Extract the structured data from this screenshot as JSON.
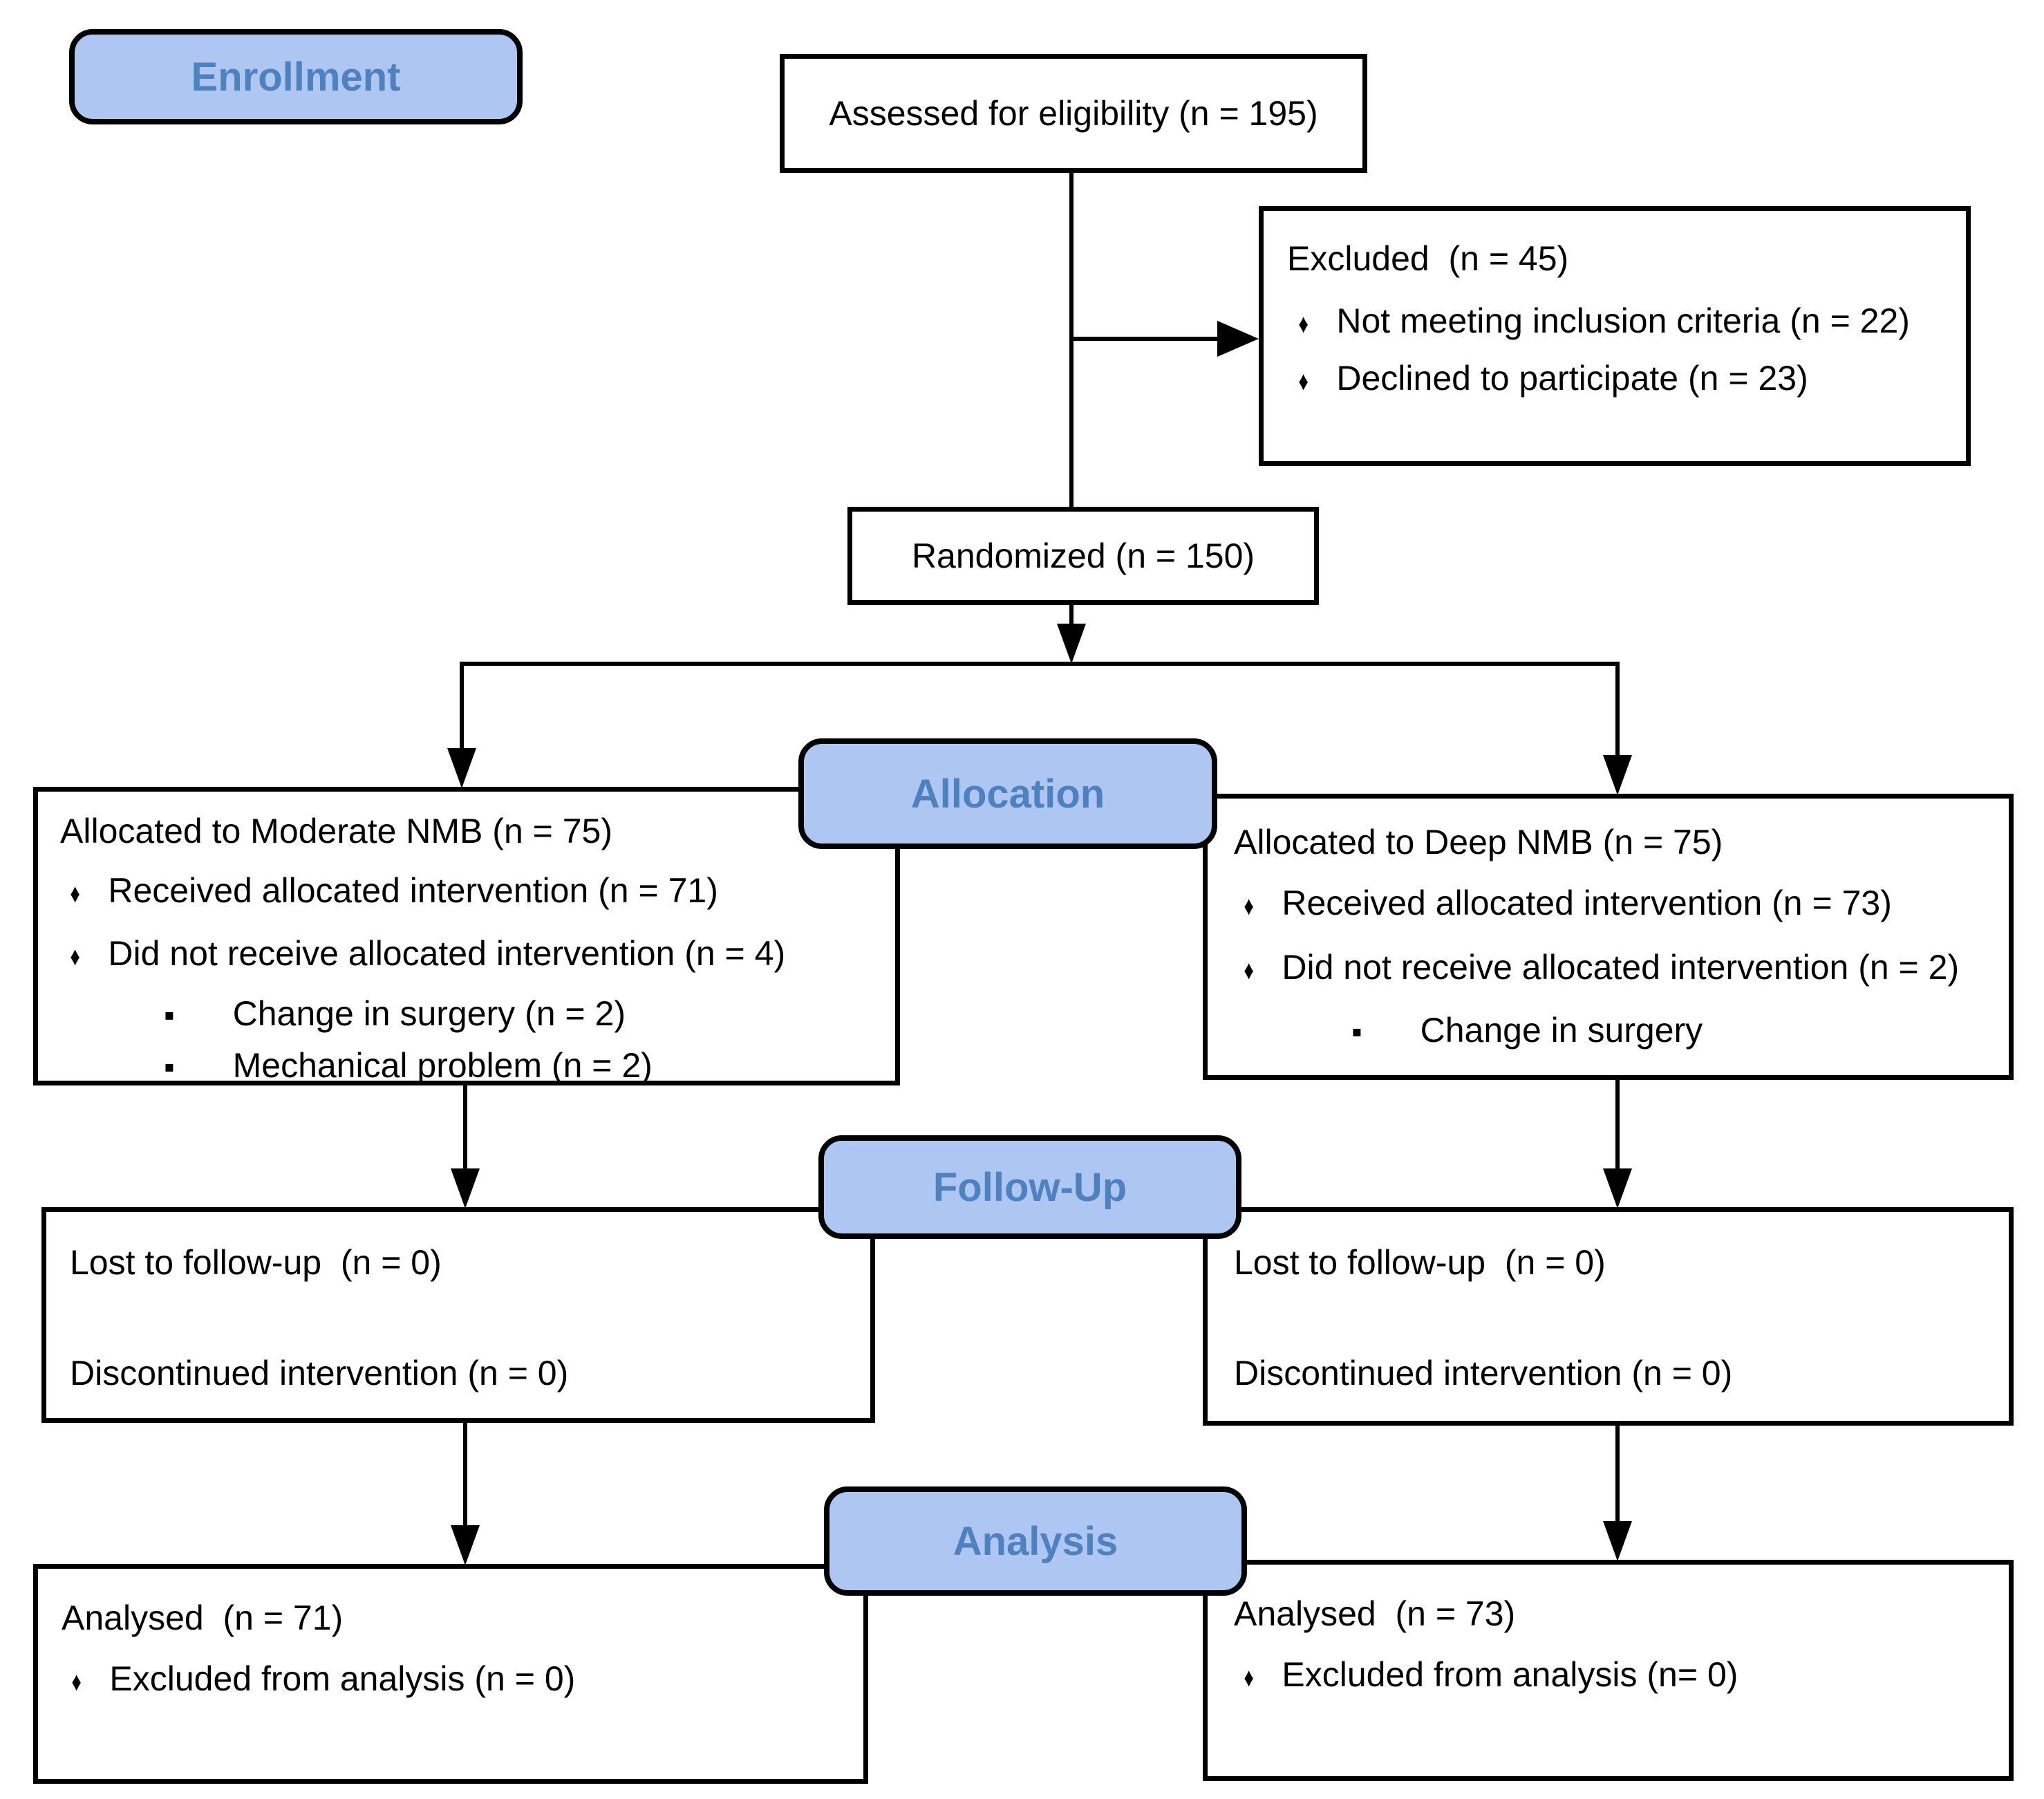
{
  "colors": {
    "label_fill": "#ADC6F2",
    "label_text": "#4E81BD",
    "box_border": "#000000",
    "box_fill": "#FFFFFF",
    "line": "#000000"
  },
  "glyphs": {
    "diamond": "♦",
    "square": "▪"
  },
  "stages": {
    "enrollment": "Enrollment",
    "allocation": "Allocation",
    "followup": "Follow-Up",
    "analysis": "Analysis"
  },
  "boxes": {
    "assessed": {
      "text": "Assessed for eligibility (n = 195)"
    },
    "excluded": {
      "title": "Excluded  (n = 45)",
      "items": [
        "Not meeting inclusion criteria (n = 22)",
        "Declined to participate (n = 23)"
      ]
    },
    "randomized": {
      "text": "Randomized (n = 150)"
    },
    "allocation_left": {
      "title": "Allocated to Moderate NMB (n = 75)",
      "items": [
        "Received allocated intervention (n = 71)",
        "Did not receive allocated intervention (n = 4)"
      ],
      "subitems": [
        "Change in surgery (n = 2)",
        "Mechanical problem (n = 2)"
      ]
    },
    "allocation_right": {
      "title": "Allocated to Deep NMB (n = 75)",
      "items": [
        "Received allocated intervention (n = 73)",
        "Did not receive allocated intervention (n = 2)"
      ],
      "subitems": [
        "Change in surgery"
      ]
    },
    "followup_left": {
      "line1": "Lost to follow-up  (n = 0)",
      "line2": "Discontinued intervention (n = 0)"
    },
    "followup_right": {
      "line1": "Lost to follow-up  (n = 0)",
      "line2": "Discontinued intervention (n = 0)"
    },
    "analysis_left": {
      "title": "Analysed  (n = 71)",
      "items": [
        "Excluded from analysis (n = 0)"
      ]
    },
    "analysis_right": {
      "title": "Analysed  (n = 73)",
      "items": [
        "Excluded from analysis (n= 0)"
      ]
    }
  }
}
